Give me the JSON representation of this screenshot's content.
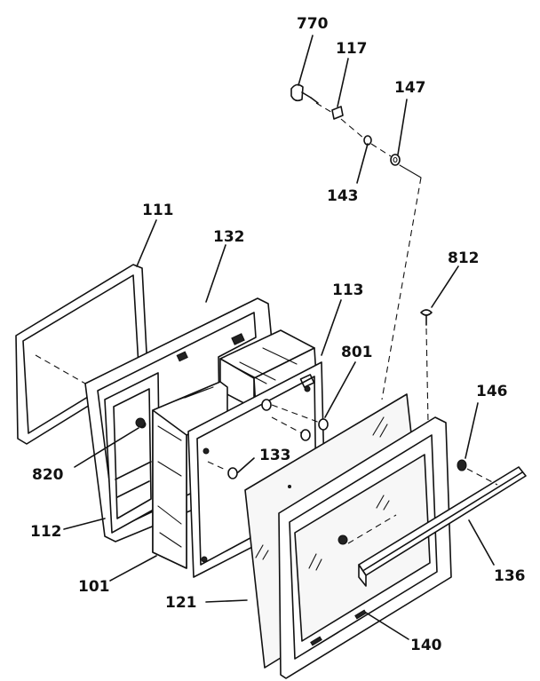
{
  "diagram": {
    "callouts": [
      {
        "id": "770",
        "text": "770"
      },
      {
        "id": "117",
        "text": "117"
      },
      {
        "id": "147",
        "text": "147"
      },
      {
        "id": "143",
        "text": "143"
      },
      {
        "id": "111",
        "text": "111"
      },
      {
        "id": "132",
        "text": "132"
      },
      {
        "id": "812",
        "text": "812"
      },
      {
        "id": "113",
        "text": "113"
      },
      {
        "id": "801",
        "text": "801"
      },
      {
        "id": "146",
        "text": "146"
      },
      {
        "id": "820",
        "text": "820"
      },
      {
        "id": "133",
        "text": "133"
      },
      {
        "id": "112",
        "text": "112"
      },
      {
        "id": "101",
        "text": "101"
      },
      {
        "id": "121",
        "text": "121"
      },
      {
        "id": "136",
        "text": "136"
      },
      {
        "id": "140",
        "text": "140"
      }
    ]
  }
}
